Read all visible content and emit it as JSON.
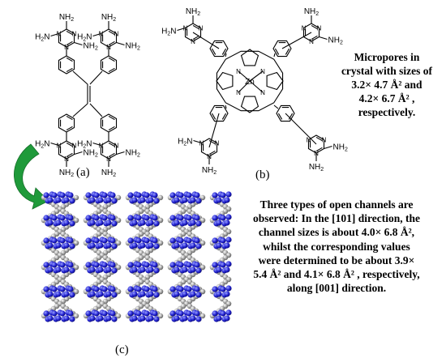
{
  "panels": {
    "a": {
      "label": "(a)"
    },
    "b": {
      "label": "(b)"
    },
    "c": {
      "label": "(c)"
    }
  },
  "chemistry": {
    "amine": "NH",
    "amine_sub": "2",
    "amine_prefix": "H",
    "amine_prefix_sub": "2",
    "amine_prefix_tail": "N",
    "ring_n": "N",
    "zinc": "Zn"
  },
  "notes": {
    "micropores": [
      "Micropores  in",
      "crystal with sizes of",
      "3.2× 4.7 Å² and",
      "4.2× 6.7 Å² ,",
      "respectively."
    ],
    "channels": [
      "Three types of open channels are",
      "observed: In the [101] direction, the",
      "channel sizes is about 4.0× 6.8 Å²,",
      "whilst the corresponding values",
      "were determined to be about 3.9×",
      "5.4 Å² and 4.1× 6.8 Å² , respectively,",
      "along [001] direction."
    ]
  },
  "colors": {
    "arrow": "#1f9a3a",
    "atom_blue": "#1c1ccf",
    "atom_grey": "#9a9a9a",
    "bond": "#000000"
  }
}
